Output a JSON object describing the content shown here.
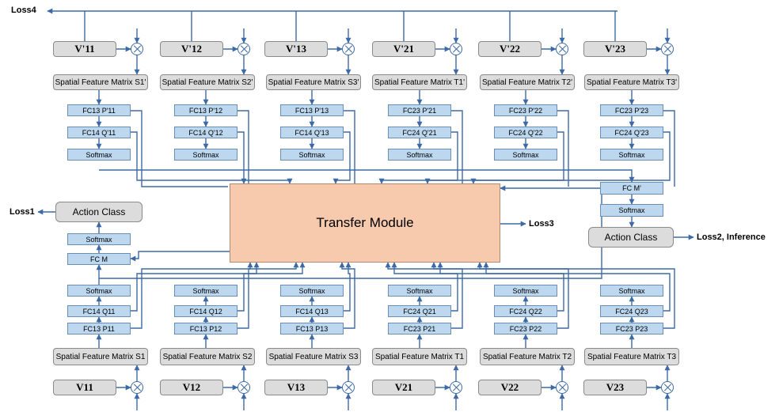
{
  "losses": {
    "loss1": "Loss1",
    "loss2": "Loss2, Inference",
    "loss3": "Loss3",
    "loss4": "Loss4"
  },
  "transfer_module": "Transfer Module",
  "top_branches": [
    {
      "v": "V'11",
      "spatial": "Spatial Feature Matrix S1'",
      "fc_p": "FC13 P'11",
      "fc_q": "FC14 Q'11",
      "softmax": "Softmax"
    },
    {
      "v": "V'12",
      "spatial": "Spatial Feature Matrix S2'",
      "fc_p": "FC13 P'12",
      "fc_q": "FC14 Q'12",
      "softmax": "Softmax"
    },
    {
      "v": "V'13",
      "spatial": "Spatial Feature Matrix S3'",
      "fc_p": "FC13 P'13",
      "fc_q": "FC14 Q'13",
      "softmax": "Softmax"
    },
    {
      "v": "V'21",
      "spatial": "Spatial Feature Matrix T1'",
      "fc_p": "FC23 P'21",
      "fc_q": "FC24 Q'21",
      "softmax": "Softmax"
    },
    {
      "v": "V'22",
      "spatial": "Spatial Feature Matrix T2'",
      "fc_p": "FC23 P'22",
      "fc_q": "FC24 Q'22",
      "softmax": "Softmax"
    },
    {
      "v": "V'23",
      "spatial": "Spatial Feature Matrix T3'",
      "fc_p": "FC23 P'23",
      "fc_q": "FC24 Q'23",
      "softmax": "Softmax"
    }
  ],
  "bottom_branches": [
    {
      "v": "V11",
      "spatial": "Spatial Feature Matrix S1",
      "fc_p": "FC13 P11",
      "fc_q": "FC14 Q11",
      "softmax": "Softmax"
    },
    {
      "v": "V12",
      "spatial": "Spatial Feature Matrix S2",
      "fc_p": "FC13 P12",
      "fc_q": "FC14 Q12",
      "softmax": "Softmax"
    },
    {
      "v": "V13",
      "spatial": "Spatial Feature Matrix S3",
      "fc_p": "FC13 P13",
      "fc_q": "FC14 Q13",
      "softmax": "Softmax"
    },
    {
      "v": "V21",
      "spatial": "Spatial Feature Matrix T1",
      "fc_p": "FC23 P21",
      "fc_q": "FC24 Q21",
      "softmax": "Softmax"
    },
    {
      "v": "V22",
      "spatial": "Spatial Feature Matrix T2",
      "fc_p": "FC23 P22",
      "fc_q": "FC24 Q22",
      "softmax": "Softmax"
    },
    {
      "v": "V23",
      "spatial": "Spatial Feature Matrix T3",
      "fc_p": "FC23 P23",
      "fc_q": "FC24 Q23",
      "softmax": "Softmax"
    }
  ],
  "left_head": {
    "softmax": "Softmax",
    "fc": "FC M",
    "action": "Action Class"
  },
  "right_head": {
    "fc": "FC M'",
    "softmax": "Softmax",
    "action": "Action Class"
  },
  "colors": {
    "wire": "#3d6aa6",
    "fc_fill": "#bcd7ee",
    "transfer_fill": "#f7c9ad",
    "label_fill": "#dcdcdc"
  }
}
